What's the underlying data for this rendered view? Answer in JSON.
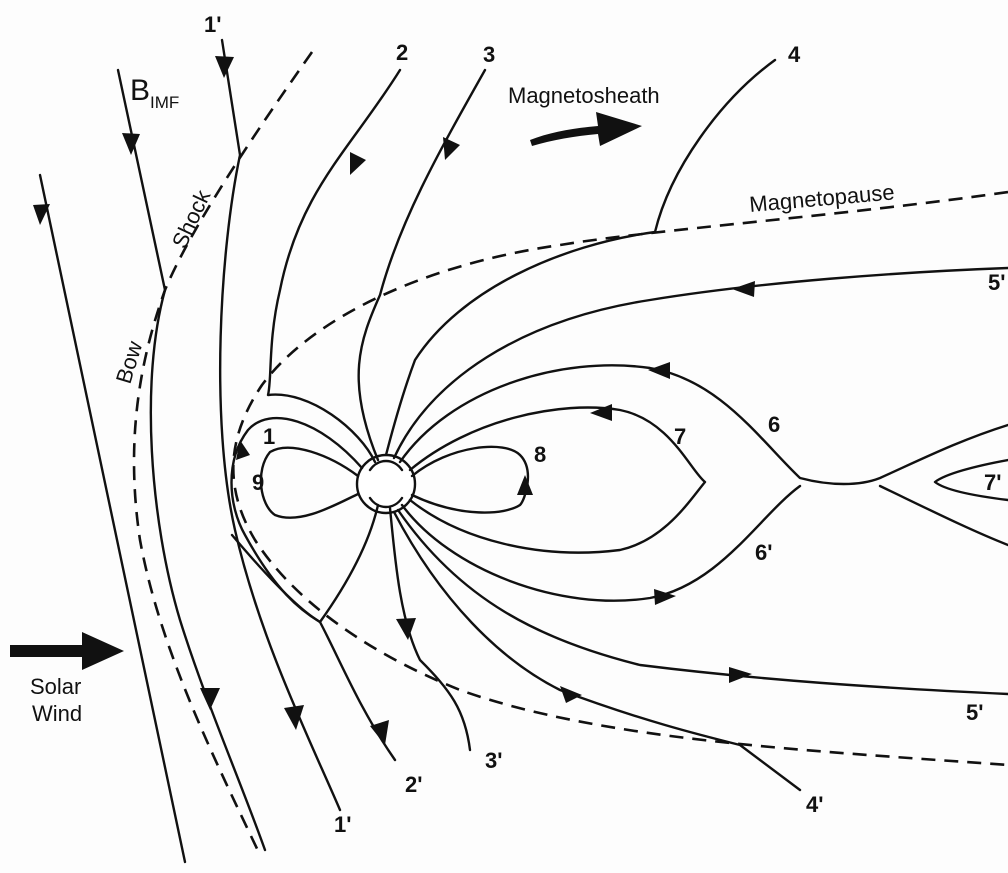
{
  "labels": {
    "b_imf_main": "B",
    "b_imf_sub": "IMF",
    "bow": "Bow",
    "shock": "Shock",
    "magnetosheath": "Magnetosheath",
    "magnetopause": "Magnetopause",
    "solar_wind_line1": "Solar",
    "solar_wind_line2": "Wind"
  },
  "field_line_numbers": {
    "n1p_top": "1'",
    "n2": "2",
    "n3": "3",
    "n4": "4",
    "n5p_top": "5'",
    "n6": "6",
    "n7": "7",
    "n7p": "7'",
    "n8": "8",
    "n1": "1",
    "n9": "9",
    "n6p": "6'",
    "n5p_bottom": "5'",
    "n1p_bottom": "1'",
    "n2p": "2'",
    "n3p": "3'",
    "n4p": "4'"
  }
}
